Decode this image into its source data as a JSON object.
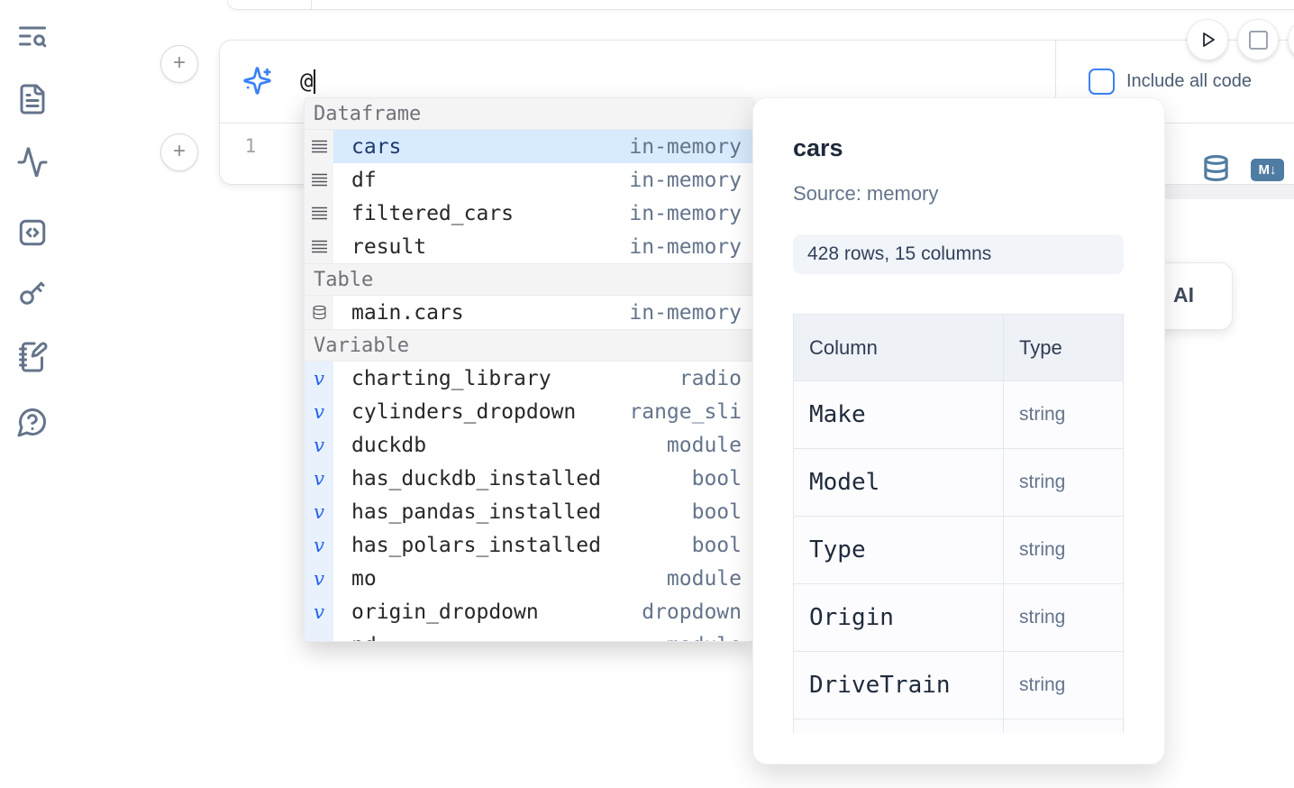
{
  "sidebar": {
    "icons": [
      "text-search-icon",
      "document-icon",
      "activity-icon",
      "code-panel-icon",
      "key-icon",
      "notebook-edit-icon",
      "help-chat-icon"
    ]
  },
  "cell": {
    "line_number": "1",
    "ai_prompt": {
      "value": "@"
    },
    "include_all_code": {
      "label": "Include all code",
      "checked": false
    }
  },
  "autocomplete": {
    "variable_glyph": "v",
    "sections": [
      {
        "label": "Dataframe",
        "items": [
          {
            "name": "cars",
            "type": "in-memory",
            "icon": "dataframe-rows-icon",
            "selected": true
          },
          {
            "name": "df",
            "type": "in-memory",
            "icon": "dataframe-rows-icon"
          },
          {
            "name": "filtered_cars",
            "type": "in-memory",
            "icon": "dataframe-rows-icon"
          },
          {
            "name": "result",
            "type": "in-memory",
            "icon": "dataframe-rows-icon"
          }
        ]
      },
      {
        "label": "Table",
        "items": [
          {
            "name": "main.cars",
            "type": "in-memory",
            "icon": "database-icon"
          }
        ]
      },
      {
        "label": "Variable",
        "items": [
          {
            "name": "charting_library",
            "type": "radio",
            "icon": "variable-icon"
          },
          {
            "name": "cylinders_dropdown",
            "type": "range_sli",
            "icon": "variable-icon"
          },
          {
            "name": "duckdb",
            "type": "module",
            "icon": "variable-icon"
          },
          {
            "name": "has_duckdb_installed",
            "type": "bool",
            "icon": "variable-icon"
          },
          {
            "name": "has_pandas_installed",
            "type": "bool",
            "icon": "variable-icon"
          },
          {
            "name": "has_polars_installed",
            "type": "bool",
            "icon": "variable-icon"
          },
          {
            "name": "mo",
            "type": "module",
            "icon": "variable-icon"
          },
          {
            "name": "origin_dropdown",
            "type": "dropdown",
            "icon": "variable-icon"
          },
          {
            "name": "pd",
            "type": "module",
            "icon": "variable-icon",
            "clipped": true
          }
        ]
      }
    ]
  },
  "preview": {
    "title": "cars",
    "source": "Source: memory",
    "shape_badge": "428 rows, 15 columns",
    "table": {
      "headers": [
        "Column",
        "Type"
      ],
      "rows": [
        {
          "column": "Make",
          "type": "string"
        },
        {
          "column": "Model",
          "type": "string"
        },
        {
          "column": "Type",
          "type": "string"
        },
        {
          "column": "Origin",
          "type": "string"
        },
        {
          "column": "DriveTrain",
          "type": "string"
        },
        {
          "column": "",
          "type": ""
        }
      ]
    }
  },
  "output": {
    "markdown_badge": "M↓",
    "ai_button_label": "AI"
  }
}
